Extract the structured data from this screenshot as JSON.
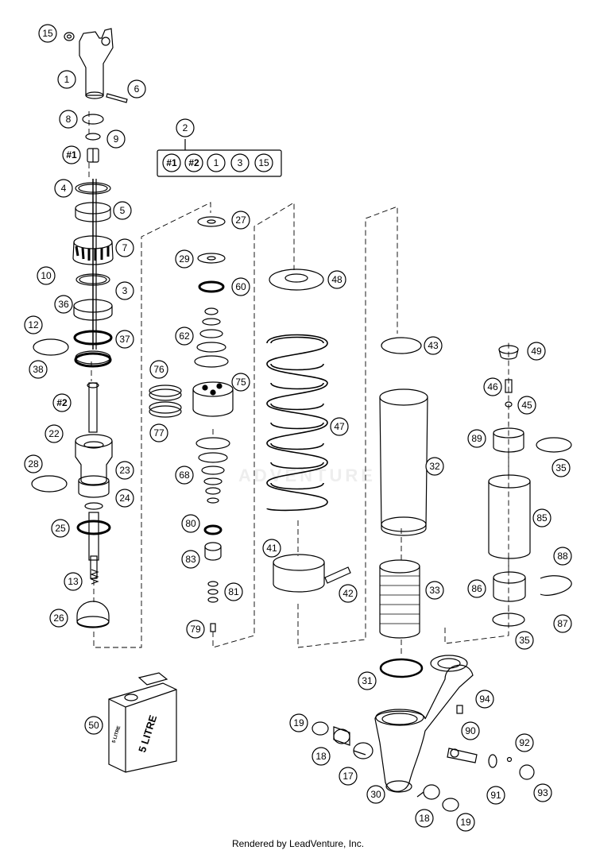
{
  "diagram": {
    "callouts": [
      "15",
      "1",
      "6",
      "8",
      "9",
      "#1",
      "4",
      "5",
      "7",
      "10",
      "3",
      "36",
      "12",
      "37",
      "38",
      "#2",
      "22",
      "28",
      "23",
      "24",
      "25",
      "13",
      "26",
      "2",
      "27",
      "29",
      "60",
      "62",
      "76",
      "75",
      "77",
      "68",
      "80",
      "83",
      "81",
      "79",
      "48",
      "47",
      "41",
      "42",
      "43",
      "32",
      "33",
      "31",
      "49",
      "46",
      "45",
      "89",
      "35",
      "85",
      "86",
      "88",
      "87",
      "35",
      "94",
      "19",
      "90",
      "92",
      "18",
      "17",
      "30",
      "91",
      "93",
      "18",
      "19",
      "50"
    ],
    "kit_items": [
      "#1",
      "#2",
      "1",
      "3",
      "15"
    ],
    "can_label": "5 LITRE",
    "can_label_side": "5 LITRE",
    "watermark": "ADVENTURE"
  },
  "footer": "Rendered by LeadVenture, Inc."
}
